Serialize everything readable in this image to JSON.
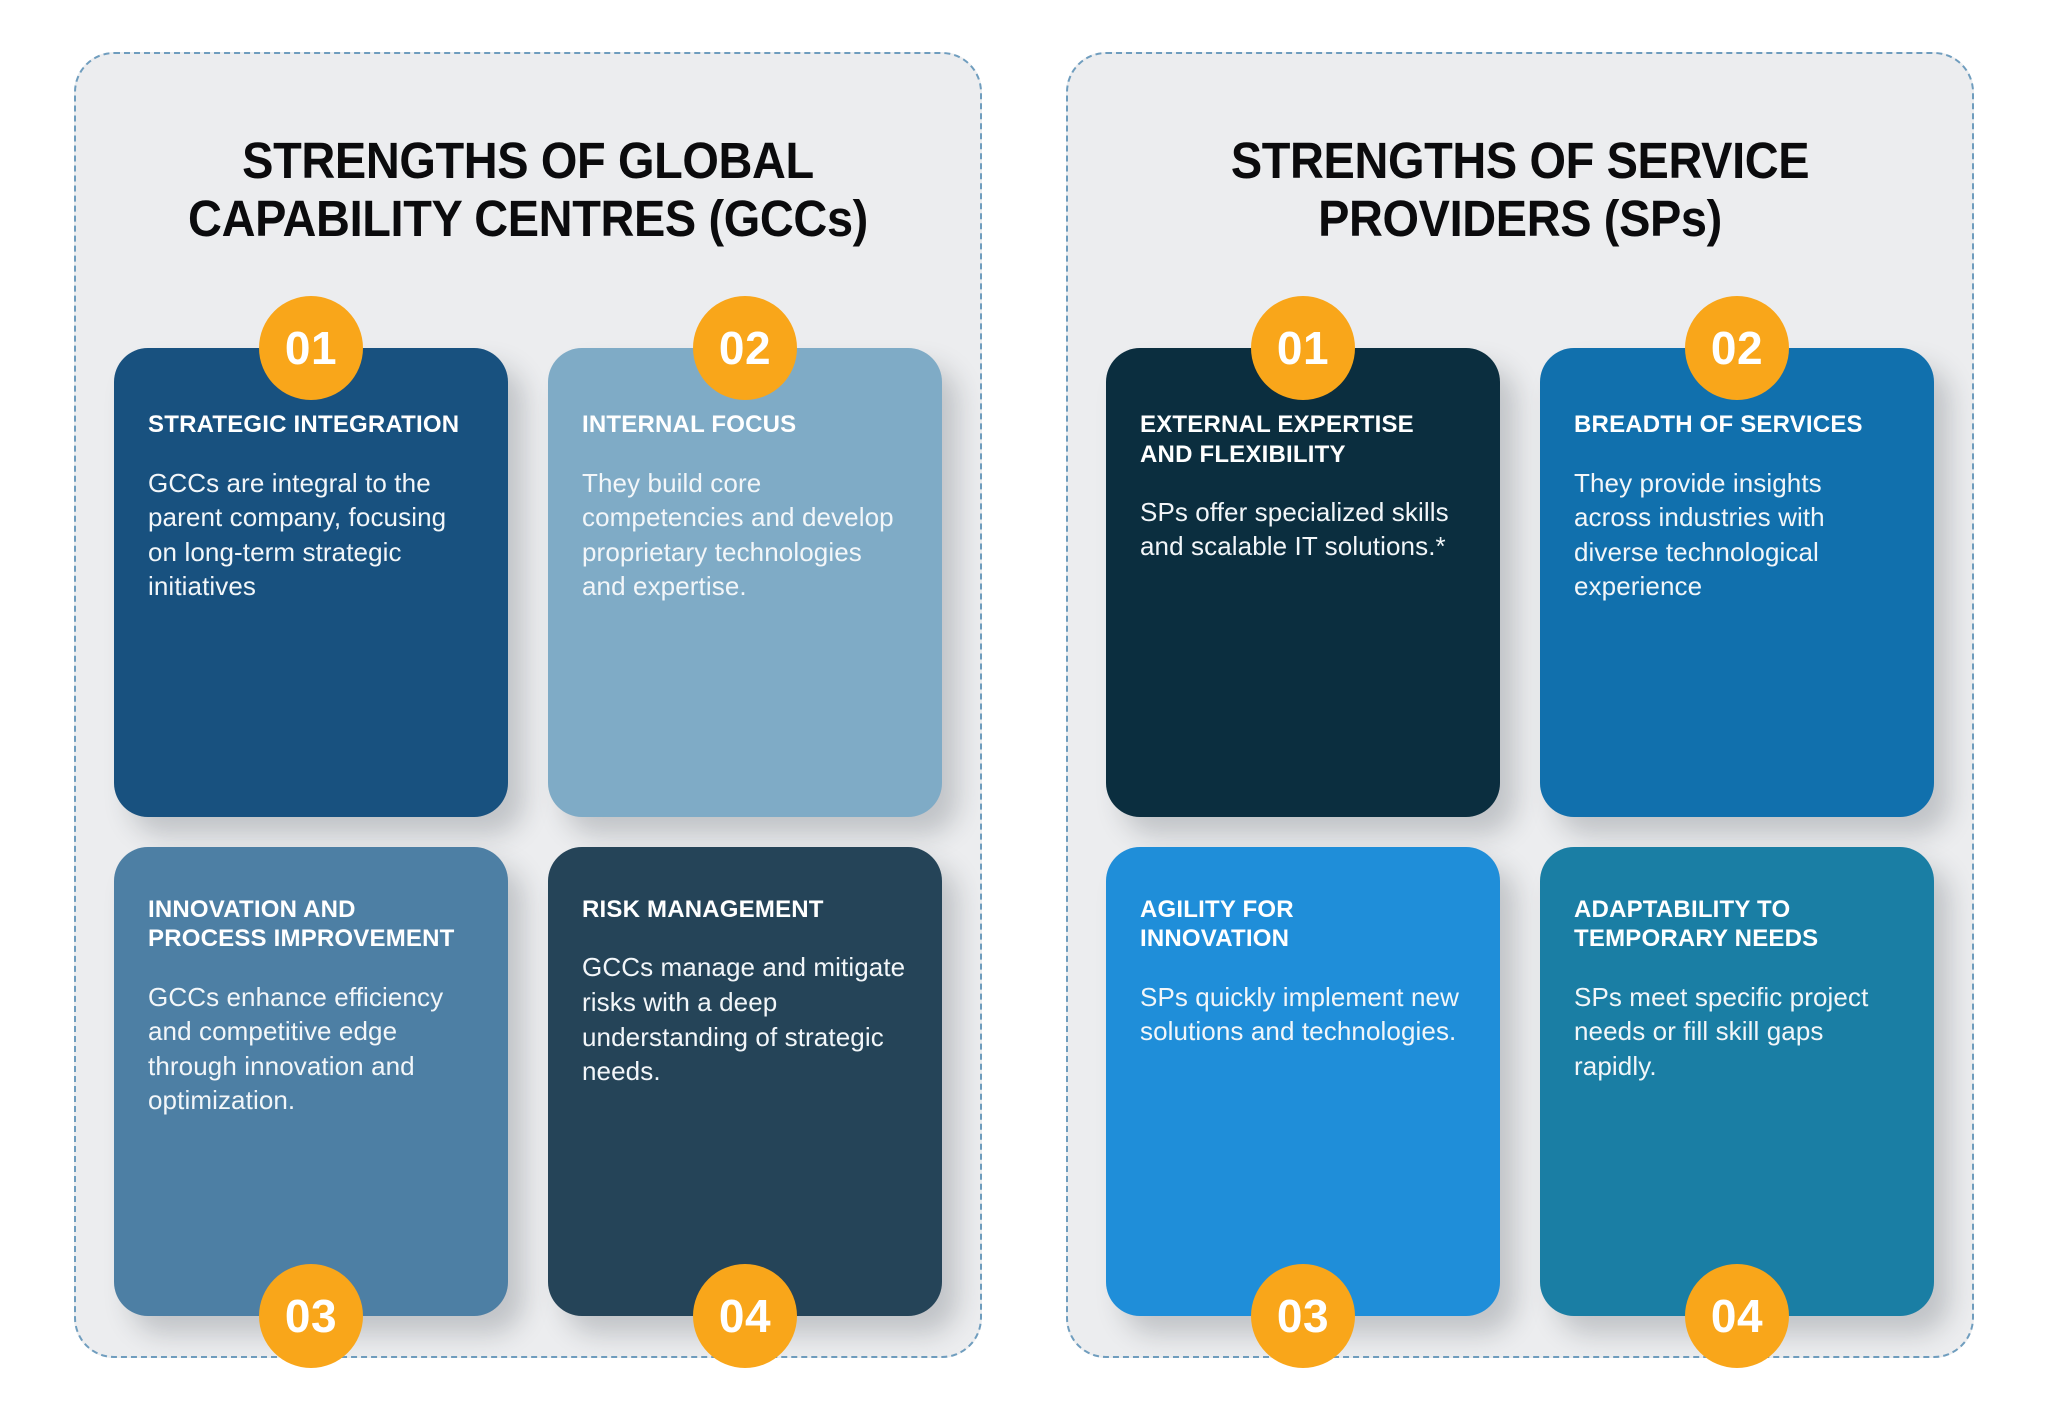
{
  "colors": {
    "page_background": "#ffffff",
    "panel_background": "#ecedef",
    "panel_border_dashed": "#6f9dbe",
    "badge": "#f9a61a",
    "badge_text": "#ffffff",
    "title_text": "#0b0b0d",
    "card_text": "#ffffff"
  },
  "panels": [
    {
      "id": "gcc",
      "title": "STRENGTHS OF GLOBAL\nCAPABILITY CENTRES (GCCs)",
      "cards": [
        {
          "number": "01",
          "badge_position": "top",
          "title": "STRATEGIC INTEGRATION",
          "body": "GCCs are integral to the parent company, focusing on long-term strategic initiatives",
          "color": "#18517f"
        },
        {
          "number": "02",
          "badge_position": "top",
          "title": "INTERNAL FOCUS",
          "body": "They build core competencies and develop proprietary technologies and expertise.",
          "color": "#7fabc6"
        },
        {
          "number": "03",
          "badge_position": "bottom",
          "title": "INNOVATION AND\nPROCESS IMPROVEMENT",
          "body": "GCCs enhance efficiency and competitive edge through innovation and optimization.",
          "color": "#4d7fa4"
        },
        {
          "number": "04",
          "badge_position": "bottom",
          "title": "RISK MANAGEMENT",
          "body": "GCCs manage and mitigate risks with a deep understanding of strategic needs.",
          "color": "#254458"
        }
      ]
    },
    {
      "id": "sp",
      "title": "STRENGTHS OF SERVICE\nPROVIDERS (SPs)",
      "cards": [
        {
          "number": "01",
          "badge_position": "top",
          "title": "EXTERNAL EXPERTISE\nAND FLEXIBILITY",
          "body": "SPs offer specialized skills and scalable IT solutions.*",
          "color": "#0b2e3f"
        },
        {
          "number": "02",
          "badge_position": "top",
          "title": "BREADTH OF SERVICES",
          "body": "They provide insights across industries with diverse technological experience",
          "color": "#1170ad"
        },
        {
          "number": "03",
          "badge_position": "bottom",
          "title": "AGILITY FOR\nINNOVATION",
          "body": "SPs quickly implement new solutions and technologies.",
          "color": "#1f8ed9"
        },
        {
          "number": "04",
          "badge_position": "bottom",
          "title": "ADAPTABILITY TO\nTEMPORARY NEEDS",
          "body": "SPs meet specific project needs or fill skill gaps rapidly.",
          "color": "#1a7ea4"
        }
      ]
    }
  ]
}
